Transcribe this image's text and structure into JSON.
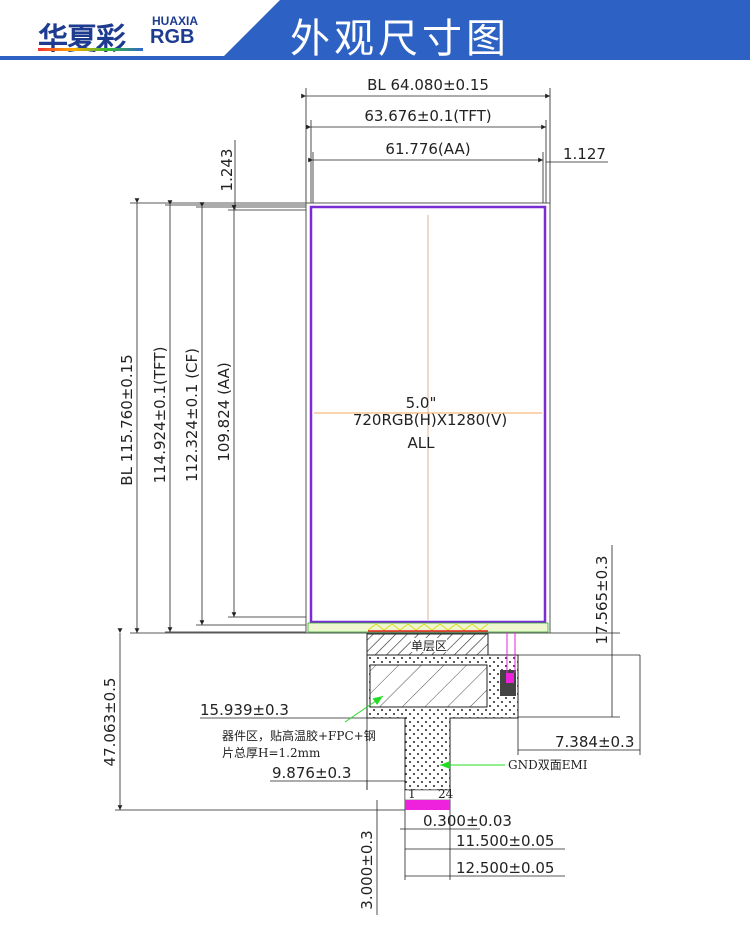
{
  "header": {
    "logo_cn": "华夏彩",
    "logo_en_top": "HUAXIA",
    "logo_en_bottom": "RGB",
    "title": "外观尺寸图"
  },
  "panel": {
    "size": "5.0\"",
    "resolution": "720RGB(H)X1280(V)",
    "view": "ALL"
  },
  "dimensions": {
    "bl_width": "BL  64.080±0.15",
    "tft_width": "63.676±0.1(TFT)",
    "aa_width": "61.776(AA)",
    "right_gap": "1.127",
    "top_gap": "1.243",
    "bl_height": "BL 115.760±0.15",
    "tft_height": "114.924±0.1(TFT)",
    "cf_height": "112.324±0.1 (CF)",
    "aa_height": "109.824 (AA)",
    "fpc_right_height": "17.565±0.3",
    "fpc_total_height": "47.063±0.5",
    "fpc_left_offset": "15.939±0.3",
    "fpc_right_offset": "7.384±0.3",
    "tail_offset": "9.876±0.3",
    "pin_pitch": "0.300±0.03",
    "pin_span": "11.500±0.05",
    "tail_width": "12.500±0.05",
    "tail_length": "3.000±0.3"
  },
  "notes": {
    "single_layer": "单层区",
    "component_line1": "器件区，贴高温胶+FPC+钢",
    "component_line2": "片总厚H=1.2mm",
    "gnd": "GND双面EMI",
    "pin_first": "1",
    "pin_last": "24"
  },
  "colors": {
    "header_blue": "#2d62c4",
    "aa_outline": "#7a2bd6",
    "center_line": "#f08a2a",
    "arrow": "#22dd22",
    "pins": "#ee22dd"
  }
}
